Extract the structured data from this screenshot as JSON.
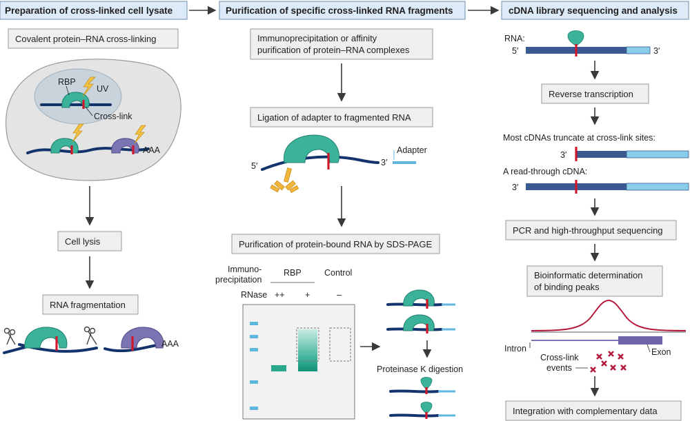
{
  "headers": {
    "col1": "Preparation of cross-linked cell lysate",
    "col2": "Purification of specific cross-linked RNA fragments",
    "col3": "cDNA library sequencing and analysis"
  },
  "col1": {
    "step_crosslinking": "Covalent protein–RNA cross-linking",
    "label_rbp": "RBP",
    "label_uv": "UV",
    "label_crosslink": "Cross-link",
    "label_aaa_cell": "AAA",
    "step_lysis": "Cell lysis",
    "step_fragmentation": "RNA fragmentation",
    "label_aaa_frag": "AAA"
  },
  "col2": {
    "step_ip_line1": "Immunoprecipitation or affinity",
    "step_ip_line2": "purification of protein–RNA complexes",
    "step_ligation": "Ligation of adapter to fragmented RNA",
    "label_5prime": "5′",
    "label_3prime": "3′",
    "label_adapter": "Adapter",
    "step_sdspage": "Purification of protein-bound RNA by SDS-PAGE",
    "gel_ip_line1": "Immuno-",
    "gel_ip_line2": "precipitation",
    "gel_rbp": "RBP",
    "gel_control": "Control",
    "gel_rnase": "RNase",
    "gel_lane1": "++",
    "gel_lane2": "+",
    "gel_lane3": "–",
    "step_proteinase": "Proteinase K digestion"
  },
  "col3": {
    "label_rna": "RNA:",
    "label_5prime": "5′",
    "label_3prime": "3′",
    "step_rt": "Reverse transcription",
    "label_truncate": "Most cDNAs truncate at cross-link sites:",
    "label_3prime_b": "3′",
    "label_readthrough": "A read-through cDNA:",
    "label_3prime_c": "3′",
    "step_pcr": "PCR and high-throughput sequencing",
    "step_bioinfo_line1": "Bioinformatic determination",
    "step_bioinfo_line2": "of binding peaks",
    "label_intron": "Intron",
    "label_exon": "Exon",
    "label_events_line1": "Cross-link",
    "label_events_line2": "events",
    "step_integration": "Integration with complementary data"
  },
  "colors": {
    "header_bg": "#dcebf7",
    "rbp_green": "#3bb39b",
    "rbp_purple": "#7b74b3",
    "rna_dark": "#12336b",
    "crosslink_red": "#d0172c",
    "adapter_blue": "#5fb7dd",
    "peak_red": "#b3193a"
  }
}
